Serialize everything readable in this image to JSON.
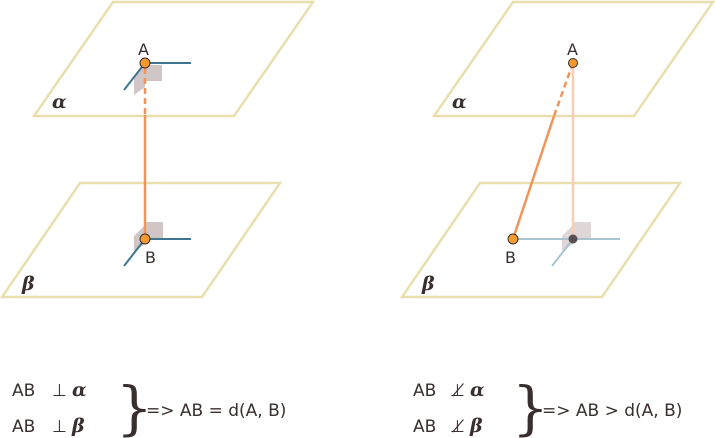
{
  "colors": {
    "plane": "#e9dfae",
    "segment": "#f0955a",
    "point": "#f59a2e",
    "axis": "#3f7590",
    "axis_faint": "#a9c3cf",
    "right_angle": "#c9bcbc"
  },
  "left": {
    "plane_top": "α",
    "plane_bottom": "β",
    "point_a": "A",
    "point_b": "B",
    "formula": {
      "line1_lhs": "AB",
      "line1_rel": "⊥",
      "line1_plane": "α",
      "line2_lhs": "AB",
      "line2_rel": "⊥",
      "line2_plane": "β",
      "brace": "}",
      "conclusion": "=> AB = d(A, B)"
    }
  },
  "right": {
    "plane_top": "α",
    "plane_bottom": "β",
    "point_a": "A",
    "point_b": "B",
    "formula": {
      "line1_lhs": "AB",
      "line1_rel": "⊥̸",
      "line1_plane": "α",
      "line2_lhs": "AB",
      "line2_rel": "⊥̸",
      "line2_plane": "β",
      "brace": "}",
      "conclusion": "=> AB > d(A, B)"
    }
  }
}
